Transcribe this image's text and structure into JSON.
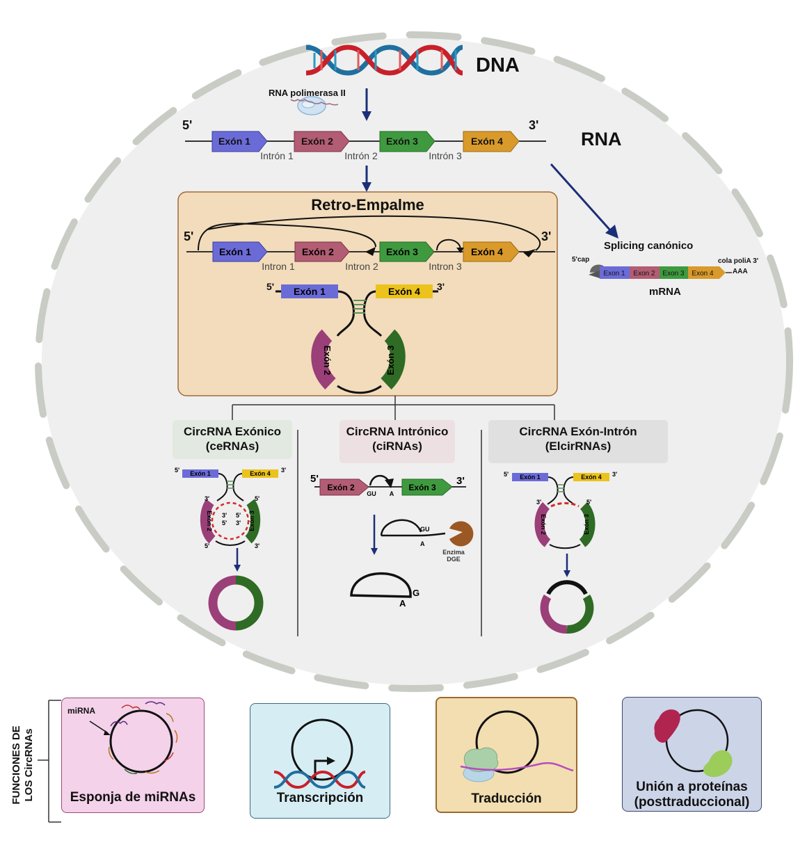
{
  "colors": {
    "exon1": "#6b6bd8",
    "exon2": "#b25d74",
    "exon3": "#3f9a3f",
    "exon4": "#d99a2b",
    "exon4_yellow": "#ecc21c",
    "exon2_dark": "#9a3f78",
    "exon3_dark": "#2f6b24",
    "arrow_navy": "#1b2f78",
    "nucleus_bg": "#efefef",
    "membrane": "#c9ccc5",
    "retro_box_bg": "#f2dcbb",
    "retro_box_border": "#a06a3a"
  },
  "top": {
    "dna_label": "DNA",
    "polymerase_label": "RNA polimerasa II",
    "rna_label": "RNA",
    "five_prime": "5'",
    "three_prime": "3'",
    "exons": [
      "Exón 1",
      "Exón 2",
      "Exón 3",
      "Exón 4"
    ],
    "introns": [
      "Intrón 1",
      "Intrón 2",
      "Intrón 3"
    ]
  },
  "retro": {
    "title": "Retro-Empalme",
    "five_prime": "5'",
    "three_prime": "3'",
    "exons": [
      "Exón 1",
      "Exón 2",
      "Exón 3",
      "Exón 4"
    ],
    "introns": [
      "Intron 1",
      "Intron 2",
      "Intron 3"
    ],
    "loop_exons": [
      "Exón 1",
      "Exón 4",
      "Exón 2",
      "Exón 3"
    ]
  },
  "canonical": {
    "title": "Splicing canónico",
    "cap_label": "5'cap",
    "polya_label": "cola poliA 3'",
    "polya_tail": "AAA",
    "exons": [
      "Exon 1",
      "Exon 2",
      "Exon 3",
      "Exon 4"
    ],
    "mrna_label": "mRNA"
  },
  "types": [
    {
      "title_line1": "CircRNA Exónico",
      "title_line2": "(ceRNAs)",
      "bg": "#e2e9e0"
    },
    {
      "title_line1": "CircRNA Intrónico",
      "title_line2": "(ciRNAs)",
      "bg": "#ece0e3"
    },
    {
      "title_line1": "CircRNA Exón-Intrón",
      "title_line2": "(ElcirRNAs)",
      "bg": "#e0e0e0"
    }
  ],
  "exonic": {
    "exon1": "Exón 1",
    "exon4": "Exón 4",
    "exon2": "Exón 2",
    "exon3": "Exón 3",
    "p5": "5'",
    "p3": "3'"
  },
  "intronic": {
    "p5": "5'",
    "p3": "3'",
    "exon2": "Exón 2",
    "exon3": "Exón 3",
    "gu": "GU",
    "a": "A",
    "g": "G",
    "enzyme_line1": "Enzima",
    "enzyme_line2": "DGE"
  },
  "eic": {
    "exon1": "Exón 1",
    "exon4": "Exón 4",
    "exon2": "Exón 2",
    "exon3": "Exón 3",
    "p5": "5'",
    "p3": "3'"
  },
  "functions": {
    "side_line1": "FUNCIONES DE",
    "side_line2": "LOS CircRNAs",
    "mirna_pointer": "miRNA",
    "items": [
      {
        "label": "Esponja de miRNAs",
        "bg": "#f4d2ea",
        "border": "#9a4a78"
      },
      {
        "label": "Transcripción",
        "bg": "#d6edf4",
        "border": "#3b6b7a"
      },
      {
        "label": "Traducción",
        "bg": "#f2deb0",
        "border": "#9a6a2e"
      },
      {
        "label_line1": "Unión a proteínas",
        "label_line2": "(posttraduccional)",
        "bg": "#ccd4e8",
        "border": "#3a4468"
      }
    ]
  }
}
